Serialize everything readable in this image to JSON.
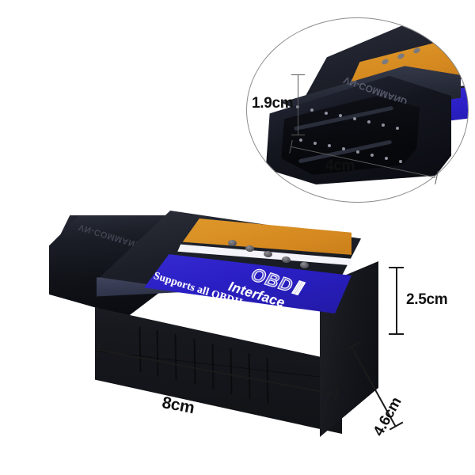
{
  "image": {
    "subject": "OBD II Interface diagnostic adapter",
    "background_color": "#ffffff",
    "view": "three-quarter product photo with dimension callouts"
  },
  "product_label": {
    "brand_line_1": "OBD",
    "brand_line_1_suffix": "Ⅱ",
    "brand_line_2": "Interface",
    "tagline": "Supports all OBDII protocols",
    "orange_band_color": "#d4881f",
    "blue_band_color": "#2a1fc4",
    "divider_color": "#ffffff",
    "led_count": 5,
    "led_color": "#6a6a70"
  },
  "housing": {
    "body_color": "#17181d",
    "top_bevel_color": "#3c4154",
    "side_color": "#0c0d10",
    "connector_color": "#1a1c24",
    "emboss_text": "VN-COMMAND",
    "vent_rib_count": 8
  },
  "dimensions": {
    "length": "8cm",
    "depth": "4.6cm",
    "height": "2.5cm"
  },
  "inset": {
    "border_color": "#8d8d8d",
    "connector_height": "1.9cm",
    "connector_width": "4cm",
    "emboss_text": "VN-COMMAND",
    "pin_rows": 2,
    "pin_count": 16
  }
}
